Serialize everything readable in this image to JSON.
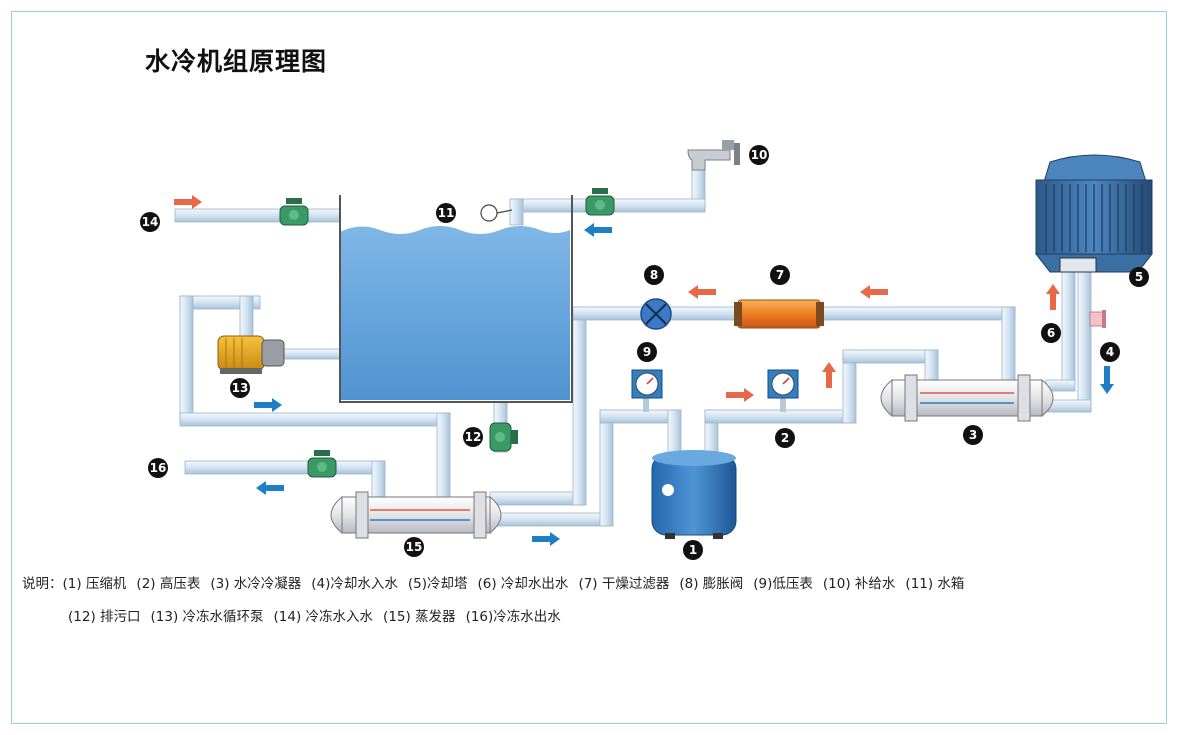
{
  "title": "水冷机组原理图",
  "legend_prefix": "说明：",
  "legend_line1": [
    "(1) 压缩机",
    "(2) 高压表",
    "(3) 水冷冷凝器",
    "(4)冷却水入水",
    "(5)冷却塔",
    "(6) 冷却水出水",
    "(7) 干燥过滤器",
    "(8) 膨胀阀",
    "(9)低压表",
    "(10) 补给水",
    "(11) 水箱"
  ],
  "legend_line2": [
    "(12) 排污口",
    "(13) 冷冻水循环泵",
    "(14) 冷冻水入水",
    "(15) 蒸发器",
    "(16)冷冻水出水"
  ],
  "markers": {
    "m1": "1",
    "m2": "2",
    "m3": "3",
    "m4": "4",
    "m5": "5",
    "m6": "6",
    "m7": "7",
    "m8": "8",
    "m9": "9",
    "m10": "10",
    "m11": "11",
    "m12": "12",
    "m13": "13",
    "m14": "14",
    "m15": "15",
    "m16": "16"
  },
  "colors": {
    "frame": "#8fd6dc",
    "pipe": "#dbe9f5",
    "water": "#5c9fd8",
    "hot_arrow": "#e8684a",
    "cold_arrow": "#1f7fc6",
    "valve": "#2e8b57",
    "tank_body": "#2f7fc4"
  }
}
